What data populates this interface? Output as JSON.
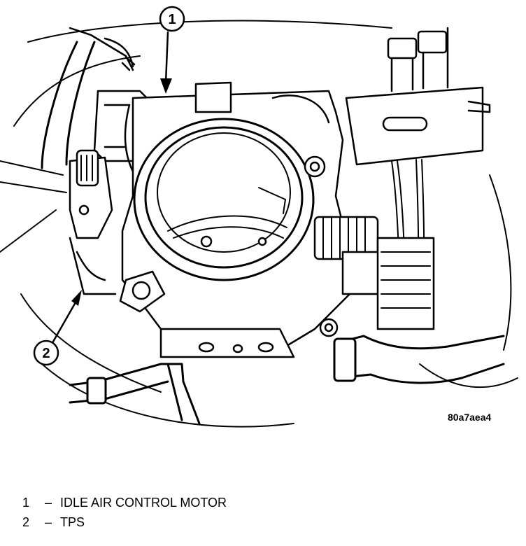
{
  "callouts": [
    {
      "number": "1"
    },
    {
      "number": "2"
    }
  ],
  "figure_code": "80a7aea4",
  "legend": [
    {
      "number": "1",
      "separator": "–",
      "label": "IDLE AIR CONTROL MOTOR"
    },
    {
      "number": "2",
      "separator": "–",
      "label": "TPS"
    }
  ]
}
